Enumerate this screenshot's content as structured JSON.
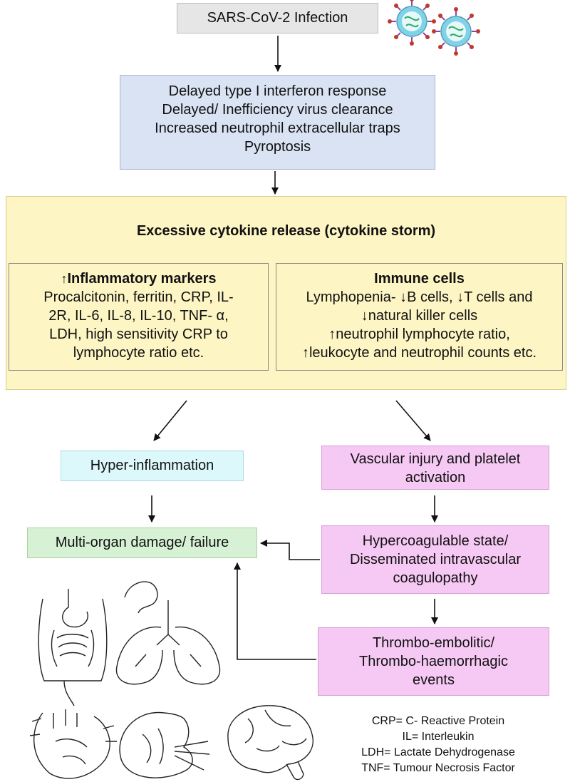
{
  "infection": "SARS-CoV-2 Infection",
  "mechanisms": [
    "Delayed type I interferon response",
    "Delayed/ Inefficiency virus clearance",
    "Increased neutrophil extracellular traps",
    "Pyroptosis"
  ],
  "storm": {
    "title": "Excessive cytokine release (cytokine storm)",
    "inflammatory": {
      "arrow": "↑",
      "heading": "Inflammatory markers",
      "lines": [
        "Procalcitonin, ferritin, CRP, IL-",
        "2R, IL-6, IL-8, IL-10, TNF- α,",
        "LDH, high sensitivity CRP to",
        "lymphocyte ratio etc."
      ]
    },
    "immune": {
      "heading": "Immune cells",
      "l1_pre": "Lymphopenia- ",
      "l1_a": "↓",
      "l1_b": "B cells, ",
      "l1_c": "↓",
      "l1_d": "T cells and",
      "l2_a": "↓",
      "l2_b": "natural killer cells",
      "l3_a": "↑",
      "l3_b": "neutrophil lymphocyte ratio,",
      "l4_a": "↑",
      "l4_b": "leukocyte and neutrophil counts etc."
    }
  },
  "hyper_inflammation": "Hyper-inflammation",
  "multi_organ": "Multi-organ damage/ failure",
  "vascular": [
    "Vascular injury and platelet",
    "activation"
  ],
  "hypercoagulable": [
    "Hypercoagulable state/",
    "Disseminated intravascular",
    "coagulopathy"
  ],
  "thrombo": [
    "Thrombo-embolitic/",
    "Thrombo-haemorrhagic",
    "events"
  ],
  "legend": [
    "CRP= C- Reactive Protein",
    "IL= Interleukin",
    "LDH= Lactate Dehydrogenase",
    "TNF= Tumour Necrosis Factor"
  ],
  "colors": {
    "grey_box": "#e6e6e6",
    "blue_box": "#dae3f3",
    "yellow_box": "#fdf5c4",
    "cyan_box": "#ddf8fa",
    "green_box": "#d7f1d5",
    "pink_box": "#f6c9f4",
    "virus_core": "#7fd3e8",
    "virus_spike": "#8e44ad"
  }
}
